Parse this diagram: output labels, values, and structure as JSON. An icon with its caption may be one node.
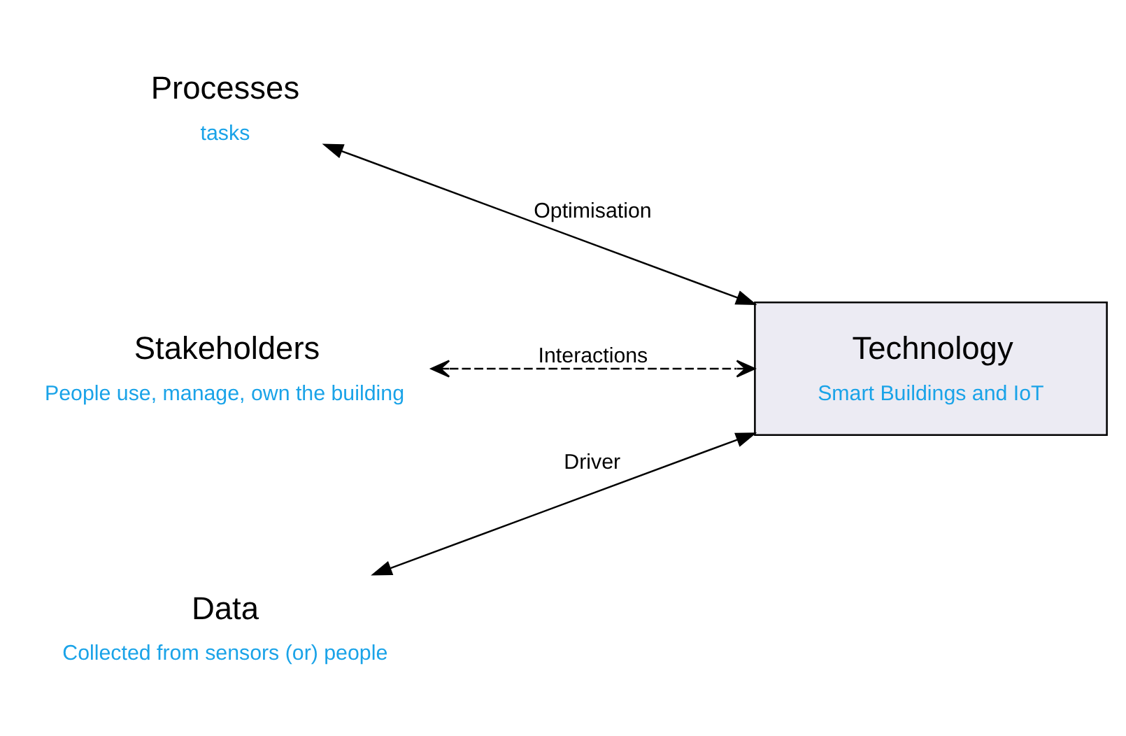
{
  "diagram": {
    "nodes": [
      {
        "text": [
          "Processes",
          "tasks"
        ]
      },
      {
        "text": [
          "Stakeholders",
          "People use, manage, own the building"
        ]
      },
      {
        "text": [
          "Technology",
          "Smart Buildings and IoT"
        ]
      },
      {
        "text": [
          "Data",
          "Collected from sensors (or) people"
        ]
      }
    ],
    "edges": [
      {
        "from": 0,
        "to": 2,
        "arrow": "both",
        "label": "Optimisation"
      },
      {
        "from": 1,
        "to": 2,
        "arrow": "both",
        "label": "Interactions",
        "style": "dashed"
      },
      {
        "from": 3,
        "to": 2,
        "arrow": "both",
        "label": "Driver"
      }
    ]
  }
}
